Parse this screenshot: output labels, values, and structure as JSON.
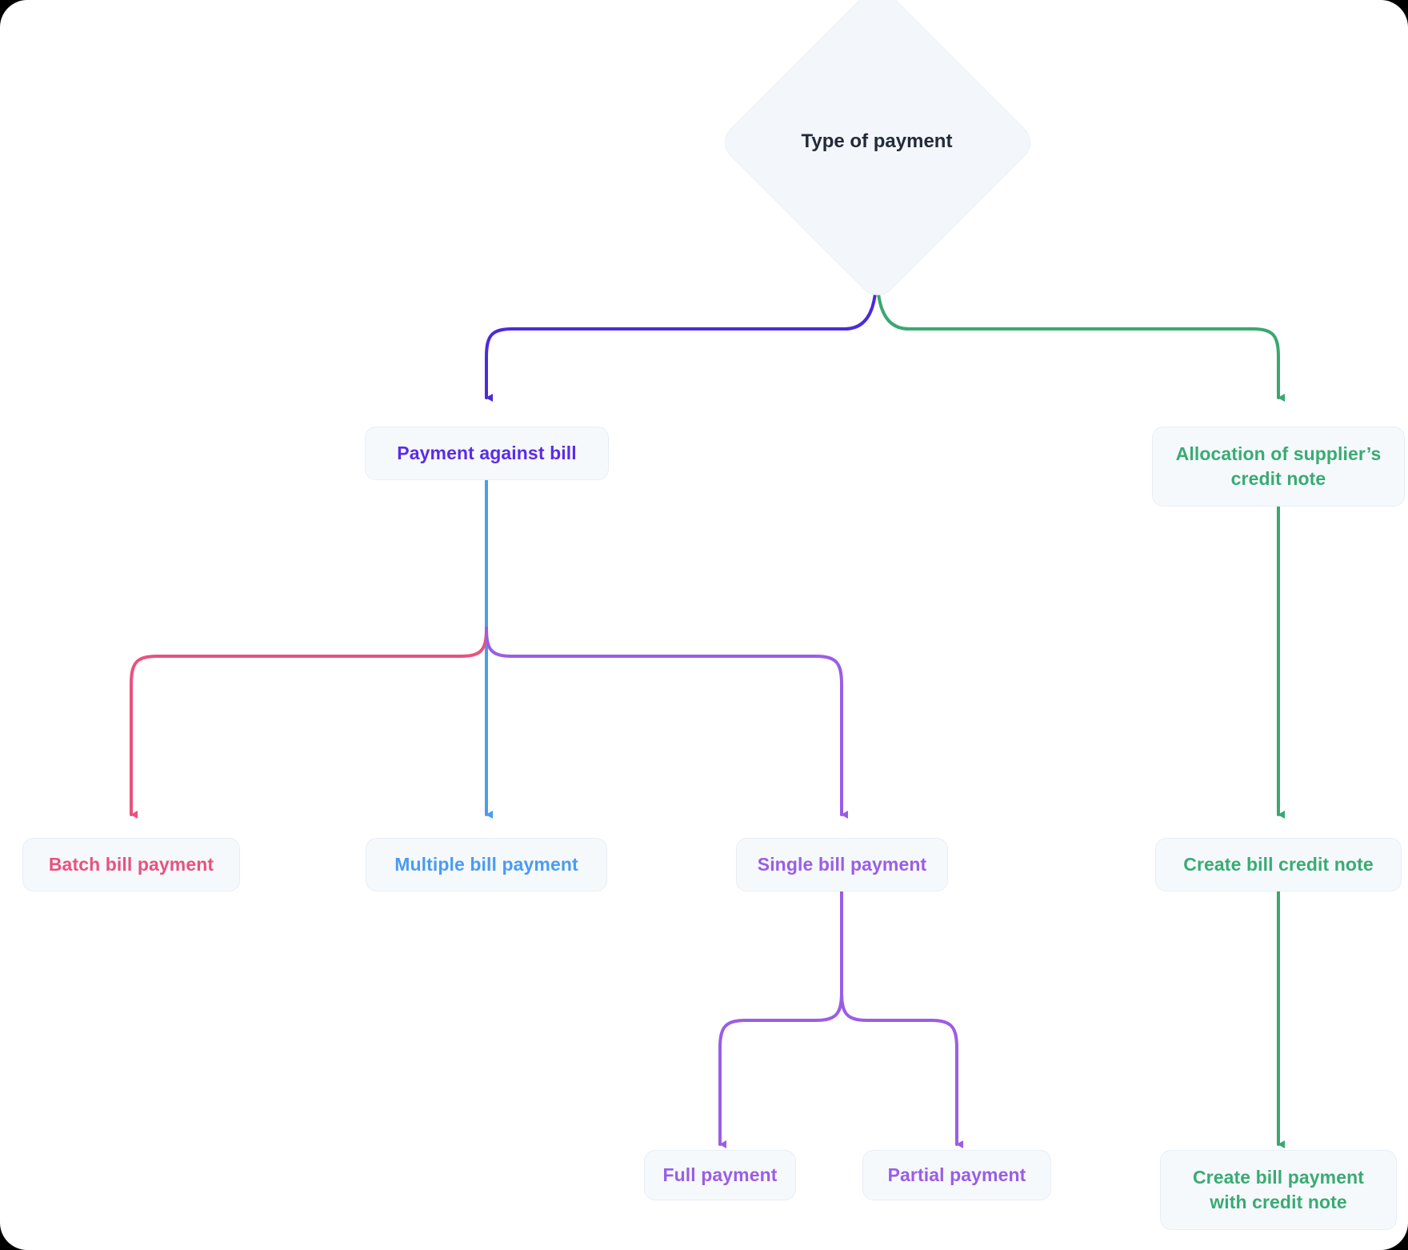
{
  "diagram": {
    "title": "Type of payment",
    "type": "flowchart",
    "root": {
      "id": "type-of-payment",
      "label": "Type of payment",
      "shape": "diamond",
      "text_color": "#222b3a"
    },
    "nodes": [
      {
        "id": "payment-against-bill",
        "label": "Payment against bill",
        "shape": "rounded-rect",
        "text_color": "#5a2ce8",
        "lines": [
          "Payment against bill"
        ]
      },
      {
        "id": "allocation-of-suppliers-credit-note",
        "label": "Allocation of supplier’s credit note",
        "shape": "rounded-rect",
        "text_color": "#39ab73",
        "lines": [
          "Allocation of supplier’s",
          "credit note"
        ]
      },
      {
        "id": "batch-bill-payment",
        "label": "Batch bill payment",
        "shape": "rounded-rect",
        "text_color": "#e8527e",
        "lines": [
          "Batch bill payment"
        ]
      },
      {
        "id": "multiple-bill-payment",
        "label": "Multiple bill payment",
        "shape": "rounded-rect",
        "text_color": "#4a9cf2",
        "lines": [
          "Multiple bill payment"
        ]
      },
      {
        "id": "single-bill-payment",
        "label": "Single bill payment",
        "shape": "rounded-rect",
        "text_color": "#9b5de5",
        "lines": [
          "Single bill payment"
        ]
      },
      {
        "id": "create-bill-credit-note",
        "label": "Create bill credit note",
        "shape": "rounded-rect",
        "text_color": "#39ab73",
        "lines": [
          "Create bill credit note"
        ]
      },
      {
        "id": "full-payment",
        "label": "Full payment",
        "shape": "rounded-rect",
        "text_color": "#9b5de5",
        "lines": [
          "Full payment"
        ]
      },
      {
        "id": "partial-payment",
        "label": "Partial payment",
        "shape": "rounded-rect",
        "text_color": "#9b5de5",
        "lines": [
          "Partial payment"
        ]
      },
      {
        "id": "create-bill-payment-with-credit-note",
        "label": "Create bill payment with credit note",
        "shape": "rounded-rect",
        "text_color": "#39ab73",
        "lines": [
          "Create bill payment",
          "with credit note"
        ]
      }
    ],
    "edges": [
      {
        "id": "edge-root-to-payment-against-bill",
        "from": "type-of-payment",
        "to": "payment-against-bill",
        "color": "#4b2bdb"
      },
      {
        "id": "edge-root-to-allocation",
        "from": "type-of-payment",
        "to": "allocation-of-suppliers-credit-note",
        "color": "#3aa870"
      },
      {
        "id": "edge-pab-to-batch",
        "from": "payment-against-bill",
        "to": "batch-bill-payment",
        "color": "#e8527e"
      },
      {
        "id": "edge-pab-to-multiple",
        "from": "payment-against-bill",
        "to": "multiple-bill-payment",
        "color": "#4a9cf2"
      },
      {
        "id": "edge-pab-to-single",
        "from": "payment-against-bill",
        "to": "single-bill-payment",
        "color": "#9b5de5"
      },
      {
        "id": "edge-allocation-to-create-credit-note",
        "from": "allocation-of-suppliers-credit-note",
        "to": "create-bill-credit-note",
        "color": "#3aa870"
      },
      {
        "id": "edge-single-to-full",
        "from": "single-bill-payment",
        "to": "full-payment",
        "color": "#9b5de5"
      },
      {
        "id": "edge-single-to-partial",
        "from": "single-bill-payment",
        "to": "partial-payment",
        "color": "#9b5de5"
      },
      {
        "id": "edge-create-credit-note-to-create-payment",
        "from": "create-bill-credit-note",
        "to": "create-bill-payment-with-credit-note",
        "color": "#3aa870"
      }
    ],
    "colors": {
      "canvas_background": "#ffffff",
      "node_fill": "#f6f9fc",
      "node_border": "#e7eef5",
      "diamond_fill": "#f3f7fb",
      "indigo": "#4b2bdb",
      "green": "#3aa870",
      "pink": "#e8527e",
      "blue": "#4a9cf2",
      "purple": "#9b5de5",
      "dark_text": "#222b3a"
    }
  }
}
